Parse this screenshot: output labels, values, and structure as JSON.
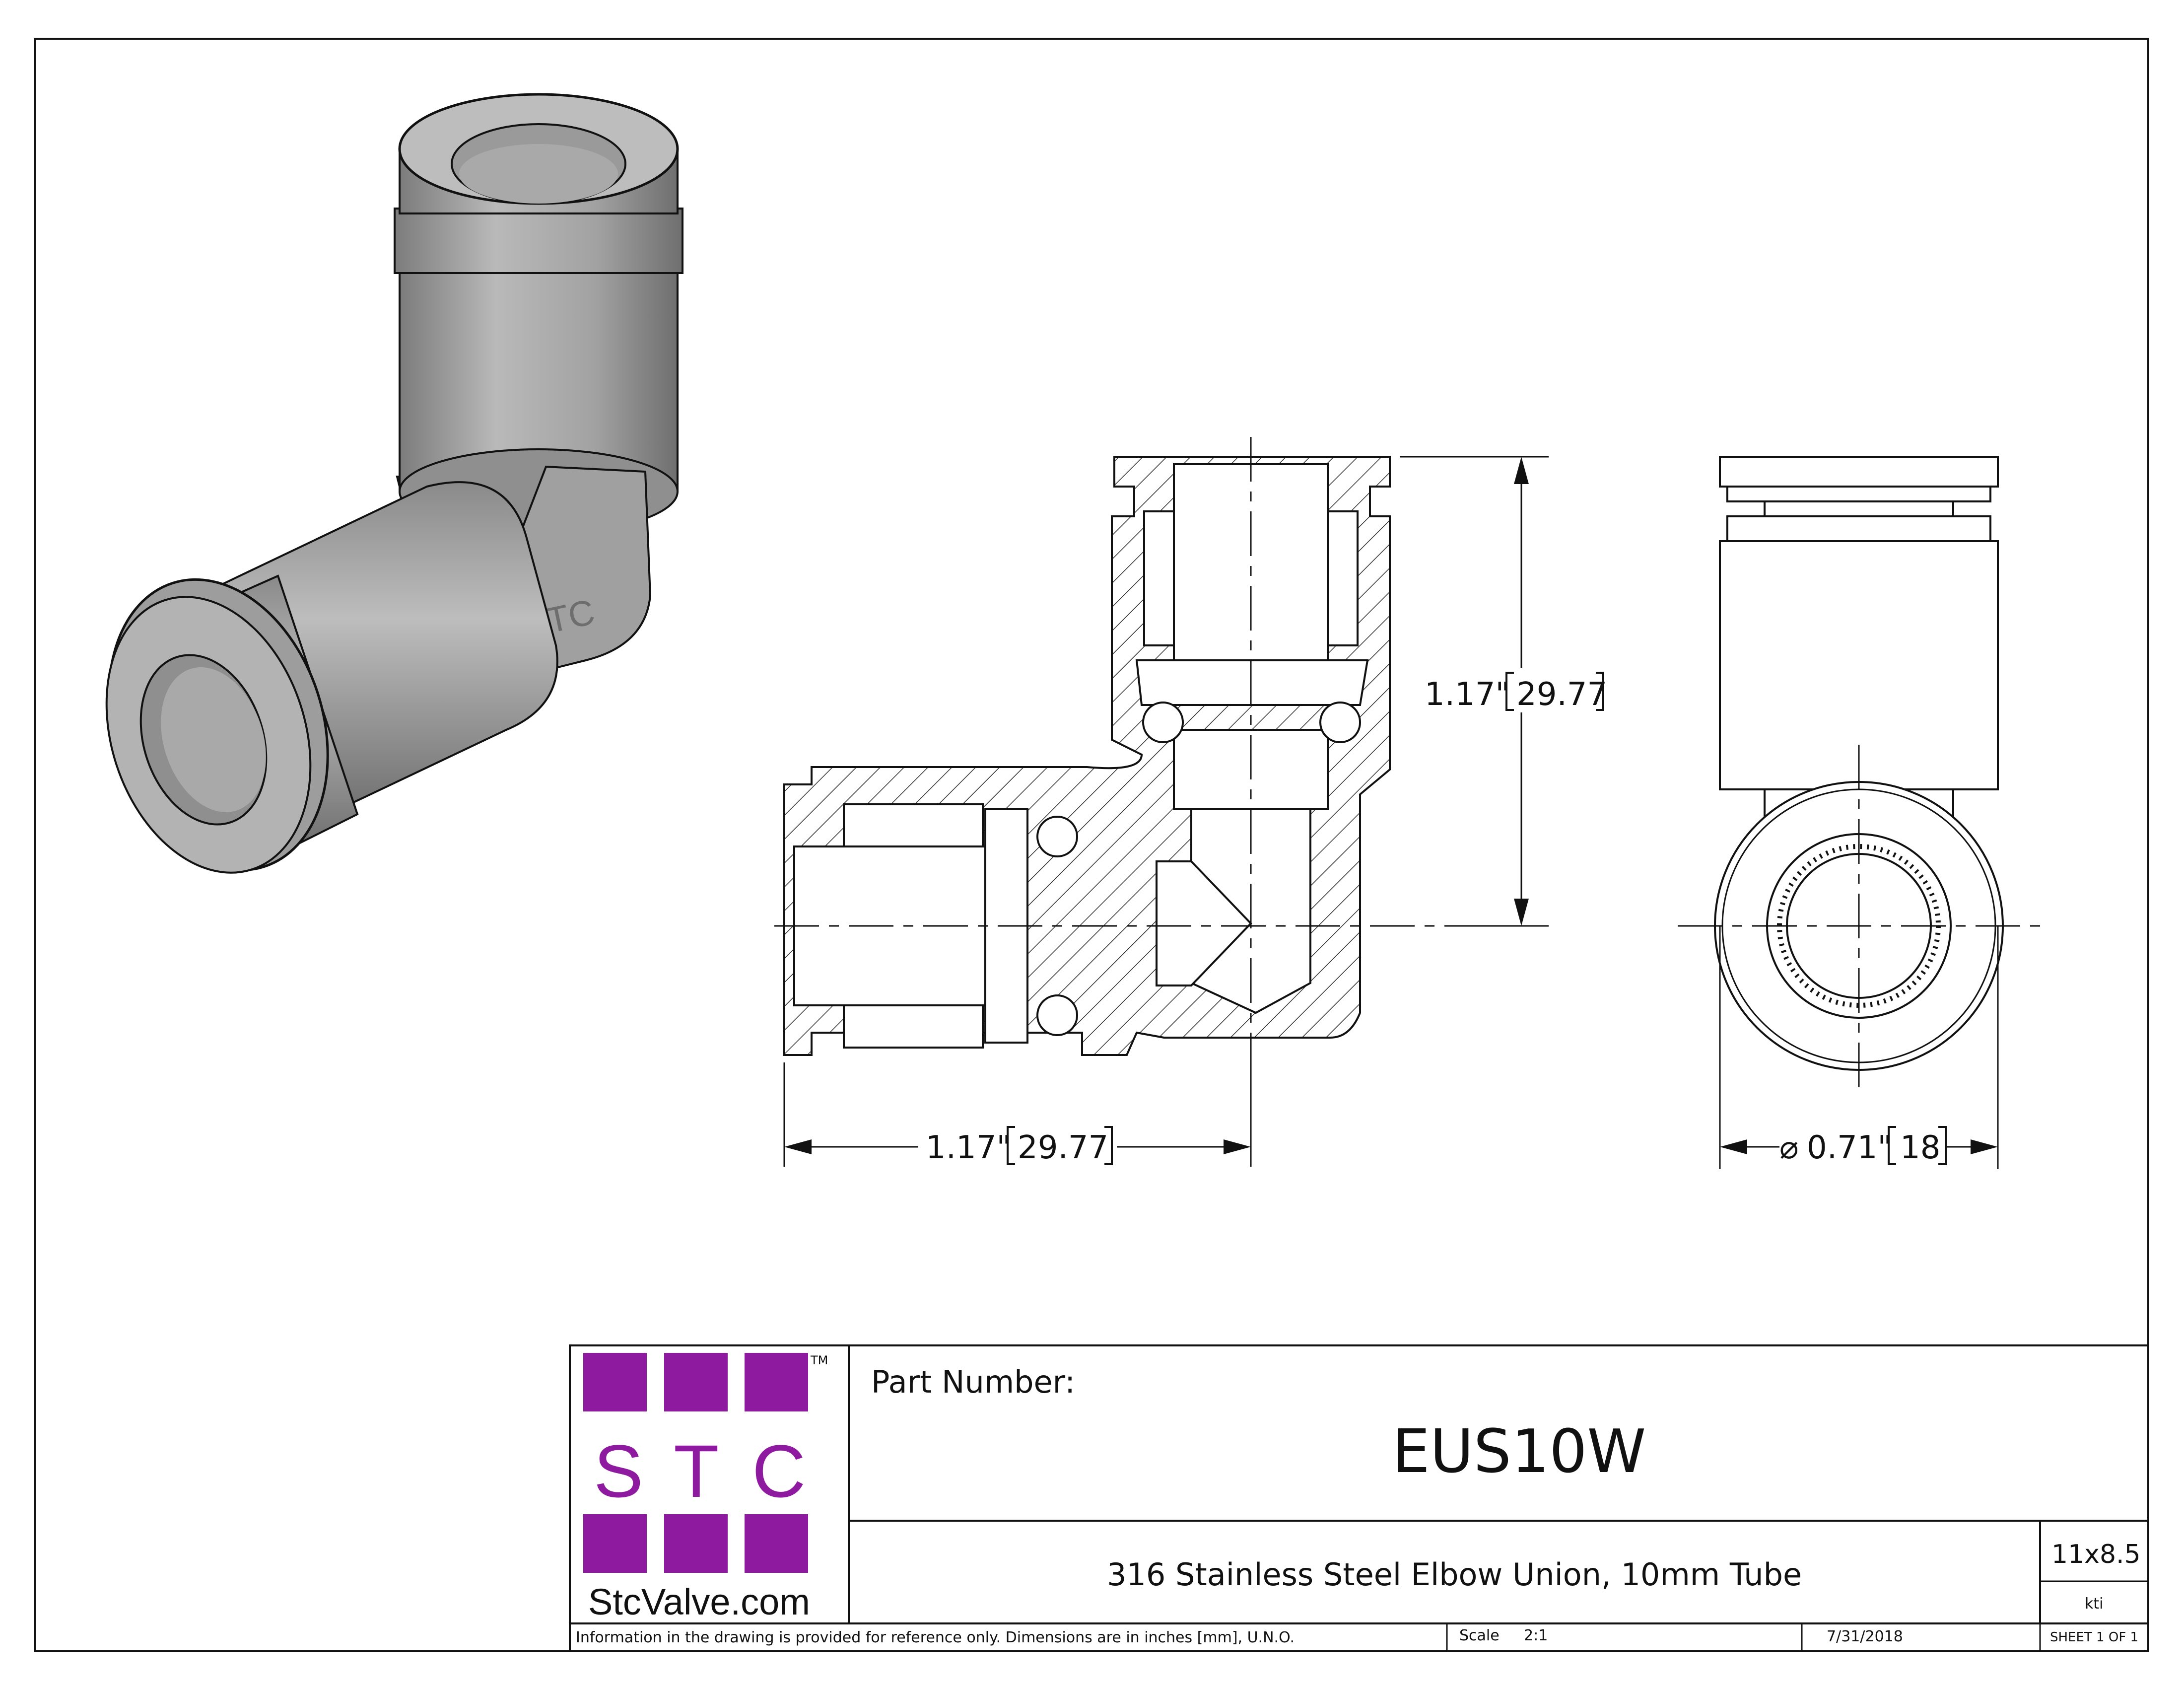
{
  "colors": {
    "logo_purple": "#8e1aa0",
    "line": "#111111",
    "body_gray": "#a9a9a9"
  },
  "iso_view": {
    "embossed_text": "STC"
  },
  "section_view": {
    "vertical_dim": {
      "inch": "1.17\"",
      "mm": "29.77"
    },
    "horizontal_dim": {
      "inch": "1.17\"",
      "mm": "29.77"
    }
  },
  "end_view": {
    "diameter_dim": {
      "symbol": "⌀",
      "inch": "0.71\"",
      "mm": "18"
    }
  },
  "title_block": {
    "logo": {
      "letters": [
        "S",
        "T",
        "C"
      ],
      "trademark": "TM",
      "url": "StcValve.com"
    },
    "part_number_label": "Part Number:",
    "part_number": "EUS10W",
    "description": "316 Stainless Steel Elbow Union, 10mm Tube",
    "size": "11x8.5",
    "drawn_by": "kti",
    "disclaimer": "Information in the drawing is provided for reference only. Dimensions are in inches [mm], U.N.O.",
    "scale_label": "Scale",
    "scale_value": "2:1",
    "date": "7/31/2018",
    "sheet": "SHEET 1 OF 1"
  }
}
